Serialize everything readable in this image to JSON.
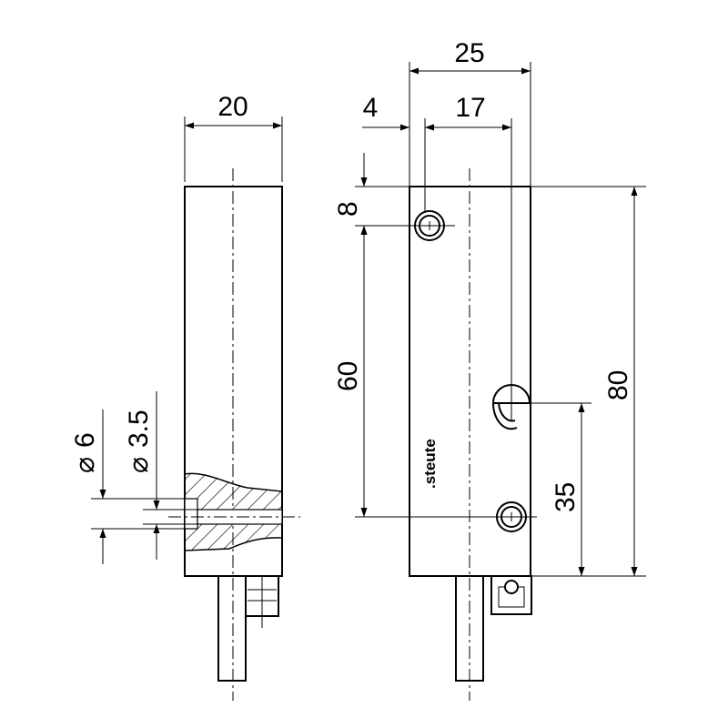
{
  "side_view": {
    "width_dim": "20",
    "diameter_outer": "6",
    "diameter_inner": "3.5"
  },
  "front_view": {
    "width_dim": "25",
    "offset_dim": "4",
    "hole_offset_dim": "17",
    "top_hole_dim": "8",
    "hole_spacing_dim": "60",
    "height_dim": "80",
    "sensor_height_dim": "35",
    "logo_text": ".steute"
  },
  "symbols": {
    "diameter": "⌀"
  }
}
